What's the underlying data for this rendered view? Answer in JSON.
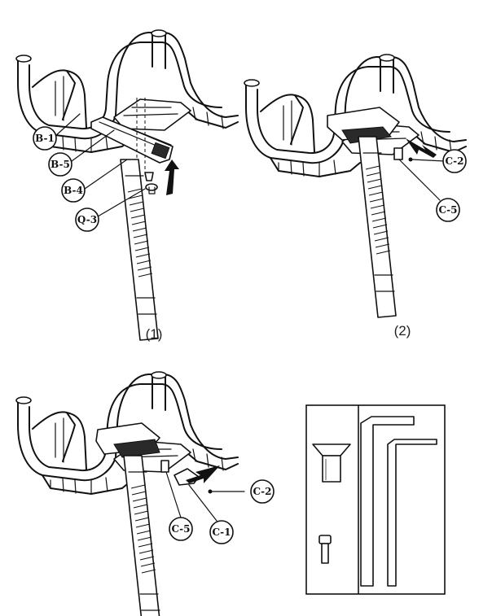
{
  "panel1": {
    "caption": "(1)",
    "labels": {
      "b1": "B-1",
      "b5": "B-5",
      "b4": "B-4",
      "q3": "Q-3"
    }
  },
  "panel2": {
    "caption": "(2)",
    "labels": {
      "c2": "C-2",
      "c5": "C-5"
    }
  },
  "panel3": {
    "labels": {
      "c2": "C-2",
      "c5": "C-5",
      "c1": "C-1"
    }
  },
  "hardware_box": {
    "items": [
      "bolt-icon",
      "small-screw-icon",
      "allen-key-large-icon",
      "allen-key-small-icon"
    ]
  }
}
